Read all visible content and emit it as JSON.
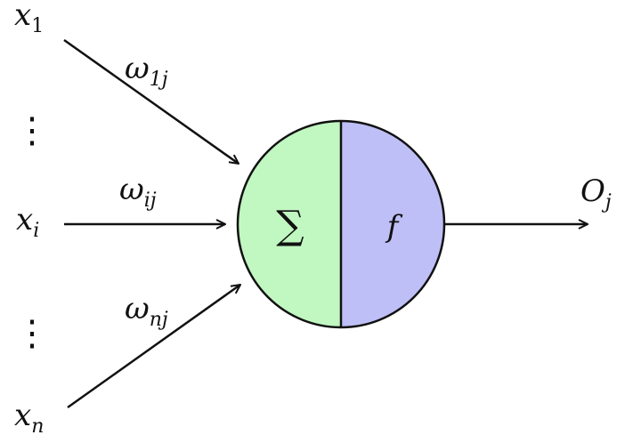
{
  "inputs": [
    {
      "base": "x",
      "sub": "1"
    },
    {
      "base": "x",
      "sub": "i"
    },
    {
      "base": "x",
      "sub": "n"
    }
  ],
  "weights": [
    {
      "base": "ω",
      "sub": "1j"
    },
    {
      "base": "ω",
      "sub": "ij"
    },
    {
      "base": "ω",
      "sub": "nj"
    }
  ],
  "dots": "⋮",
  "neuron": {
    "sum_symbol": "∑",
    "activation_symbol": "f",
    "sum_color": "#c1f7c1",
    "activation_color": "#bfbff7"
  },
  "output": {
    "base": "O",
    "sub": "j"
  }
}
